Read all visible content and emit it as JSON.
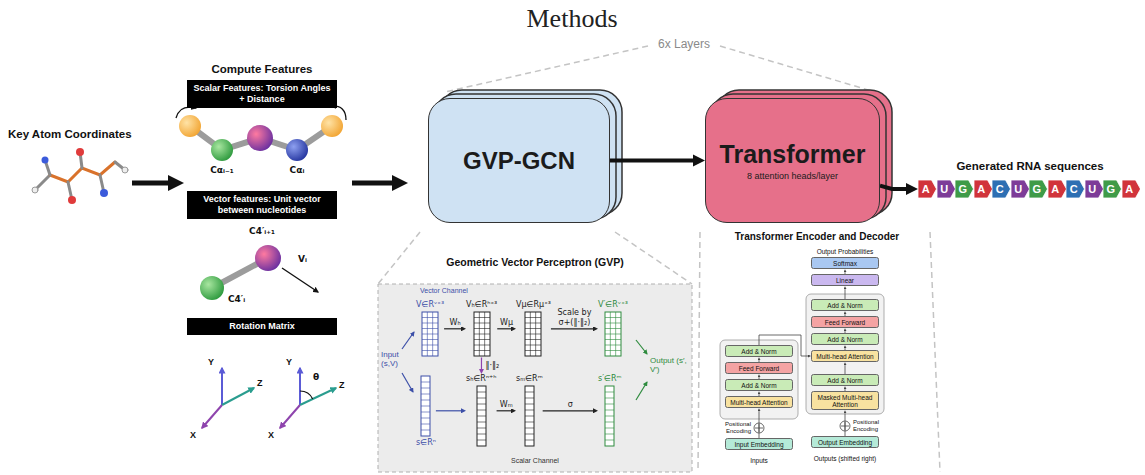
{
  "diagram": {
    "title": "Methods",
    "nodes": [
      {
        "text": [
          "Scalar Features: Torsion Angles + Distance"
        ]
      },
      {
        "text": [
          "Vector features: Unit vector between nucleotides"
        ]
      },
      {
        "text": [
          "Rotation Matrix"
        ]
      },
      {
        "text": [
          "GVP-GCN"
        ]
      },
      {
        "text": [
          "Transformer",
          "8 attention heads/layer"
        ]
      },
      {
        "text": [
          "A"
        ]
      },
      {
        "text": [
          "U"
        ]
      },
      {
        "text": [
          "G"
        ]
      },
      {
        "text": [
          "A"
        ]
      },
      {
        "text": [
          "C"
        ]
      },
      {
        "text": [
          "U"
        ]
      },
      {
        "text": [
          "G"
        ]
      },
      {
        "text": [
          "A"
        ]
      },
      {
        "text": [
          "C"
        ]
      },
      {
        "text": [
          "U"
        ]
      },
      {
        "text": [
          "G"
        ]
      },
      {
        "text": [
          "A"
        ]
      },
      {
        "text": [
          "V∈Rᵛˣ³"
        ]
      },
      {
        "text": [
          "Vₕ∈Rʰˣ³"
        ]
      },
      {
        "text": [
          "Vμ∈Rμˣ³"
        ]
      },
      {
        "text": [
          "V′∈Rᵛˣ³"
        ]
      },
      {
        "text": [
          "sₕ∈Rⁿ⁺ʰ"
        ]
      },
      {
        "text": [
          "sₘ∈Rᵐ"
        ]
      },
      {
        "text": [
          "s′∈Rᵐ"
        ]
      },
      {
        "text": [
          "s∈Rⁿ"
        ]
      },
      {
        "text": [
          "Softmax"
        ]
      },
      {
        "text": [
          "Linear"
        ]
      },
      {
        "text": [
          "Add & Norm"
        ]
      },
      {
        "text": [
          "Feed Forward"
        ]
      },
      {
        "text": [
          "Add & Norm"
        ]
      },
      {
        "text": [
          "Multi-head Attention"
        ]
      },
      {
        "text": [
          "Add & Norm"
        ]
      },
      {
        "text": [
          "Masked Multi-head Attention"
        ]
      },
      {
        "text": [
          "Add & Norm"
        ]
      },
      {
        "text": [
          "Feed Forward"
        ]
      },
      {
        "text": [
          "Add & Norm"
        ]
      },
      {
        "text": [
          "Multi-head Attention"
        ]
      },
      {
        "text": [
          "Input Embedding"
        ]
      },
      {
        "text": [
          "Output Embedding"
        ]
      }
    ],
    "edges": [
      {
        "from": 3,
        "to": 4,
        "arrow": "to"
      },
      {
        "from": 4,
        "to": 5,
        "arrow": "to"
      },
      {
        "from": 17,
        "to": 18,
        "label": "Wₕ",
        "arrow": "to"
      },
      {
        "from": 18,
        "to": 19,
        "label": "Wμ",
        "arrow": "to"
      },
      {
        "from": 19,
        "to": 20,
        "label": "Scale by σ+(‖·‖₂)",
        "arrow": "to"
      },
      {
        "from": 18,
        "to": 21,
        "label": "‖·‖₂",
        "arrow": "to"
      },
      {
        "from": 24,
        "to": 21,
        "arrow": "to"
      },
      {
        "from": 21,
        "to": 22,
        "label": "Wₘ",
        "arrow": "to"
      },
      {
        "from": 22,
        "to": 23,
        "label": "σ",
        "arrow": "to"
      },
      {
        "from": 37,
        "to": 36,
        "arrow": "to"
      },
      {
        "from": 36,
        "to": 35,
        "arrow": "to"
      },
      {
        "from": 35,
        "to": 34,
        "arrow": "to"
      },
      {
        "from": 34,
        "to": 33,
        "arrow": "to"
      },
      {
        "from": 33,
        "to": 30,
        "arrow": "to"
      },
      {
        "from": 38,
        "to": 32,
        "arrow": "to"
      },
      {
        "from": 32,
        "to": 31,
        "arrow": "to"
      },
      {
        "from": 31,
        "to": 30,
        "arrow": "to"
      },
      {
        "from": 30,
        "to": 29,
        "arrow": "to"
      },
      {
        "from": 29,
        "to": 28,
        "arrow": "to"
      },
      {
        "from": 28,
        "to": 27,
        "arrow": "to"
      },
      {
        "from": 27,
        "to": 26,
        "arrow": "to"
      },
      {
        "from": 26,
        "to": 25,
        "arrow": "to"
      }
    ],
    "labels": [
      "6x Layers",
      "Key Atom Coordinates",
      "Compute Features",
      "Cαᵢ₋₁",
      "Cαᵢ",
      "C4′ᵢ₊₁",
      "Vᵢ",
      "C4′ᵢ",
      "Y",
      "Z",
      "X",
      "Y",
      "Z",
      "X",
      "θ",
      "Generated RNA sequences",
      "Geometric Vector Perceptron (GVP)",
      "Vector Channel",
      "Scalar Channel",
      "Input (s,V)",
      "Output (s′, V′)",
      "Transformer Encoder and Decoder",
      "Output Probabilities",
      "Positional Encoding",
      "Positional Encoding",
      "Inputs",
      "Outputs (shifted right)"
    ]
  }
}
